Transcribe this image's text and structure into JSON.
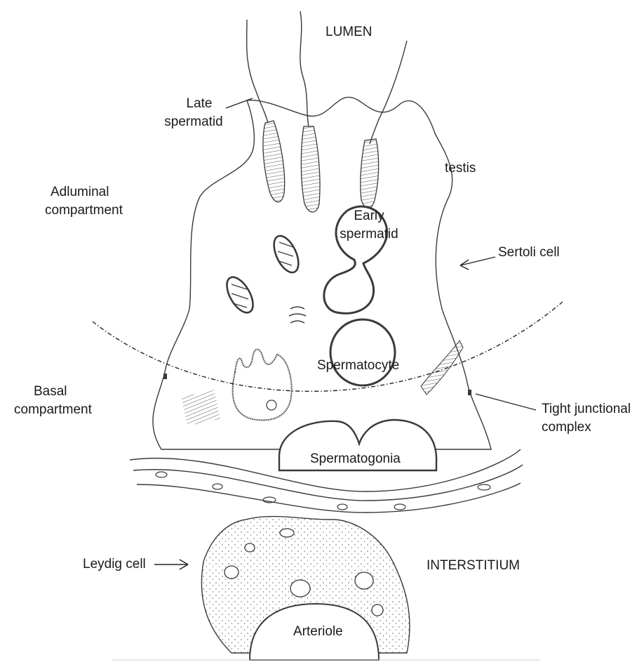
{
  "diagram": {
    "labels": {
      "lumen": "LUMEN",
      "late_spermatid_1": "Late",
      "late_spermatid_2": "spermatid",
      "testis": "testis",
      "adluminal_1": "Adluminal",
      "adluminal_2": "compartment",
      "early_spermatid_1": "Early",
      "early_spermatid_2": "spermatid",
      "sertoli_cell": "Sertoli cell",
      "spermatocyte": "Spermatocyte",
      "basal_1": "Basal",
      "basal_2": "compartment",
      "tight_junction_1": "Tight junctional",
      "tight_junction_2": "complex",
      "spermatogonia": "Spermatogonia",
      "leydig_cell": "Leydig cell",
      "interstitium": "INTERSTITIUM",
      "arteriole": "Arteriole"
    },
    "colors": {
      "ink": "#3a3a3a",
      "fill": "#ffffff",
      "background": "#ffffff"
    }
  }
}
